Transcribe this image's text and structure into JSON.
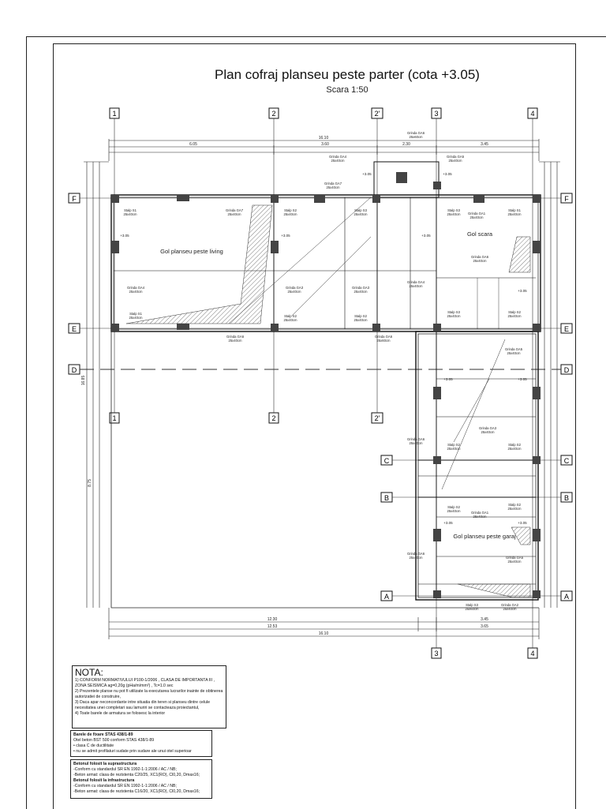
{
  "drawing": {
    "title": "Plan cofraj planseu peste parter (cota +3.05)",
    "scale": "Scara 1:50"
  },
  "axes": {
    "vertical_top": [
      "1",
      "2",
      "2'",
      "3",
      "4"
    ],
    "vertical_mid": [
      "1",
      "2",
      "2'"
    ],
    "vertical_bottom": [
      "3",
      "4"
    ],
    "horizontal_left": [
      "F",
      "E",
      "D"
    ],
    "horizontal_right": [
      "F",
      "E",
      "D",
      "C",
      "B",
      "A"
    ],
    "horizontal_inner": [
      "C",
      "B",
      "A"
    ]
  },
  "dimensions": {
    "top_total": "16.10",
    "top_spans": [
      "6.05",
      "3.60",
      "2.30",
      "3.45"
    ],
    "bottom_lines": [
      "12.30",
      "12.53",
      "16.10"
    ],
    "bottom_right": [
      "3.45",
      "3.65"
    ],
    "left_total": "16.85",
    "left_lower": "8.75"
  },
  "zones": {
    "void_living": "Gol planseu peste living",
    "void_stairs": "Gol scara",
    "void_garage": "Gol planseu peste garaj"
  },
  "labels": {
    "elev": "+3.05",
    "beam_ga1": "Grinda GA1",
    "beam_ga2": "Grinda GA2",
    "beam_ga3": "Grinda GA3",
    "beam_ga4": "Grinda GA4",
    "beam_ga5": "Grinda GA5",
    "beam_ga6": "Grinda GA6",
    "beam_ga7": "Grinda GA7",
    "beam_ga8": "Grinda GA8",
    "size_a": "25x40cm",
    "size_b": "25x60cm",
    "stalp_s1": "Stalp S1",
    "stalp_s2": "Stalp S2",
    "stalp_s3": "Stalp S3"
  },
  "notes": {
    "nota_heading": "NOTA:",
    "nota_lines": [
      "1) CONFORM NORMATIVULUI P100-1/2006 , CLASA DE IMPORTANTA III ,",
      "    ZONA SEISMICA  ag=0,20g (pHa/m/mm²) , Tc=1.0 sec",
      "2) Prezentele planse nu pot fi utilizate la executarea lucrarilor inainte de obtinerea",
      "    autorizatiei de construire,",
      "3) Daca apar neconcordante intre situatia din teren si planseu dintre celule",
      "    necesitatea unei completari sau lamuriri se contacteaza proiectantul,",
      "4) Toate barele de armatura se folosesc la interior"
    ],
    "steel_heading": "Barele de fixare STAS 438/1-89",
    "steel_lines": [
      "Otel beton BST 500 conform STAS 438/1-89",
      "  • clasa C de ductilitate",
      "  • nu se admit profilaturi sudate prin sudare ale unui otel superioar"
    ],
    "concrete_heading_1": "Betonul folosit la suprastructura",
    "concrete_lines_1": [
      "-Conform cu standardul SR EN 1992-1-1:2006 / AC / NB;",
      "-Beton armat: clasa de rezistenta C20/25, XC1(RO), Cl0,20, Dmax16;"
    ],
    "concrete_heading_2": "Betonul folosit la infrastructura",
    "concrete_lines_2": [
      "-Conform cu standardul SR EN 1992-1-1:2006 / AC / NB;",
      "-Beton armat: clasa de rezistenta C16/20, XC1(RO), Cl0,20, Dmax16;"
    ]
  }
}
